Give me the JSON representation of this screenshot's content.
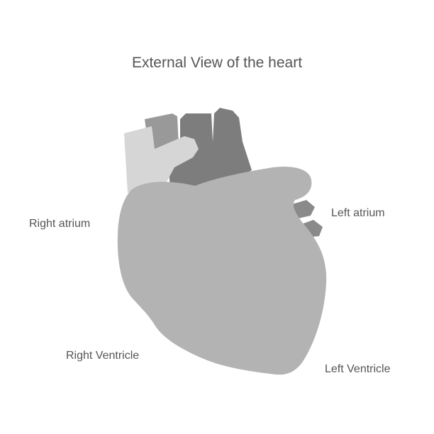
{
  "title": "External View of the heart",
  "labels": {
    "right_atrium": "Right atrium",
    "left_atrium": "Left atrium",
    "right_ventricle": "Right Ventricle",
    "left_ventricle": "Left Ventricle"
  },
  "colors": {
    "heart_body": "#b3b3b3",
    "aorta": "#7d7d7d",
    "pulmonary_trunk": "#999999",
    "vena_cava": "#d6d6d6",
    "pulmonary_veins": "#8a8a8a",
    "text": "#555555"
  }
}
